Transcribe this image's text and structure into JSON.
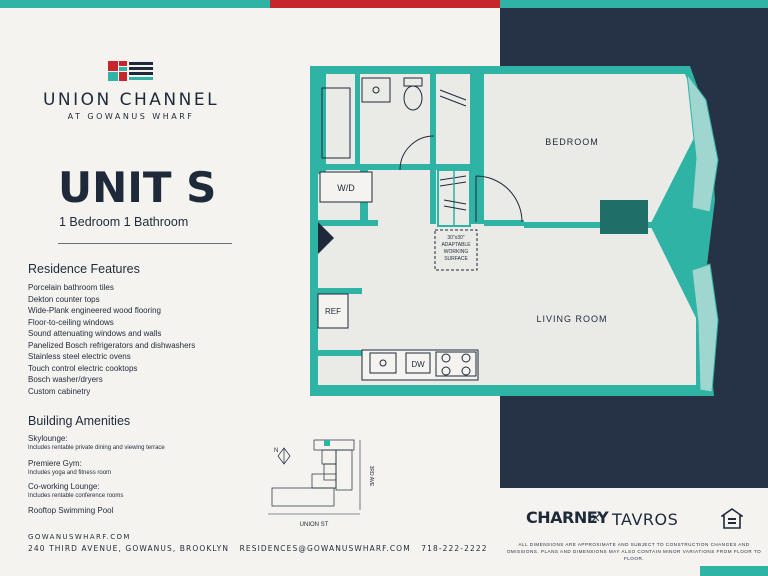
{
  "brand": {
    "name": "UNION CHANNEL",
    "subtitle": "AT GOWANUS WHARF",
    "colors": {
      "teal": "#2fb3a4",
      "red": "#c6252b",
      "navy": "#263346",
      "ink": "#1e2a3a"
    }
  },
  "unit": {
    "name": "UNIT S",
    "rooms": "1 Bedroom  1 Bathroom"
  },
  "residence_features": {
    "title": "Residence Features",
    "items": [
      "Porcelain bathroom tiles",
      "Dekton counter tops",
      "Wide-Plank engineered wood flooring",
      "Floor-to-ceiling windows",
      "Sound attenuating windows and walls",
      "Panelized Bosch refrigerators and dishwashers",
      "Stainless steel electric ovens",
      "Touch control electric cooktops",
      "Bosch washer/dryers",
      "Custom cabinetry"
    ]
  },
  "building_amenities": {
    "title": "Building Amenities",
    "items": [
      {
        "name": "Skylounge:",
        "desc": "Includes rentable private dining and viewing terrace"
      },
      {
        "name": "Premiere Gym:",
        "desc": "Includes yoga and fitness room"
      },
      {
        "name": "Co-working Lounge:",
        "desc": "Includes rentable conference rooms"
      },
      {
        "name": "Rooftop Swimming Pool",
        "desc": ""
      }
    ]
  },
  "floorplan": {
    "labels": {
      "bedroom": "BEDROOM",
      "living_room": "LIVING ROOM",
      "wd": "W/D",
      "ref": "REF",
      "dw": "DW",
      "working_surface_1": "30\"x30\"",
      "working_surface_2": "ADAPTABLE",
      "working_surface_3": "WORKING",
      "working_surface_4": "SURFACE"
    }
  },
  "site_map": {
    "street_bottom": "UNION ST",
    "street_right": "3RD AVE",
    "north": "N"
  },
  "footer": {
    "website": "GOWANUSWHARF.COM",
    "address": "240 THIRD AVENUE, GOWANUS, BROOKLYN",
    "email": "RESIDENCES@GOWANUSWHARF.COM",
    "phone": "718-222-2222"
  },
  "partners": {
    "developer_1": "CHARNEY",
    "separator": "×",
    "developer_2": "TAVROS",
    "eho_icon": "equal-housing-opportunity-icon"
  },
  "disclaimer": "ALL DIMENSIONS ARE APPROXIMATE AND SUBJECT TO CONSTRUCTION CHANGES AND OMISSIONS. PLANS AND DIMENSIONS MAY ALSO CONTAIN MINOR VARIATIONS FROM FLOOR TO FLOOR."
}
